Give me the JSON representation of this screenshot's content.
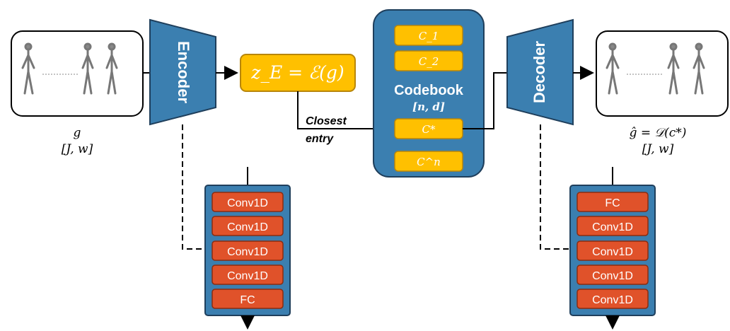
{
  "encoder": {
    "label": "Encoder"
  },
  "decoder": {
    "label": "Decoder"
  },
  "input": {
    "symbol": "g",
    "shape": "[J, w]"
  },
  "output": {
    "symbol": "ĝ = 𝒟(c*)",
    "shape": "[J, w]"
  },
  "latent": {
    "text": "z_E = ℰ(g)"
  },
  "closest_entry": {
    "line1": "Closest",
    "line2": "entry"
  },
  "codebook": {
    "title": "Codebook",
    "shape": "[n, d]",
    "entries": [
      "C_1",
      "C_2",
      "C*",
      "C^n"
    ]
  },
  "encoder_layers": [
    "Conv1D",
    "Conv1D",
    "Conv1D",
    "Conv1D",
    "FC"
  ],
  "decoder_layers": [
    "FC",
    "Conv1D",
    "Conv1D",
    "Conv1D",
    "Conv1D"
  ],
  "colors": {
    "blue": "#3b7fb0",
    "blue_dark": "#1f3f5c",
    "yellow": "#ffc000",
    "yellow_border": "#b8860b",
    "orange": "#e0522a",
    "orange_border": "#8a2c10"
  }
}
